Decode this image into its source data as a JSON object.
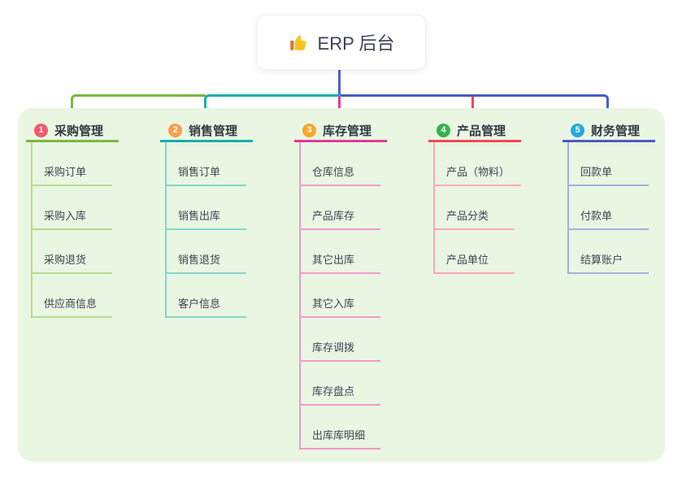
{
  "root": {
    "title": "ERP 后台",
    "icon": "thumbs-up-icon",
    "connector_color": "#5063c8"
  },
  "canvas": {
    "panel_bg": "#e9f6e2",
    "background": "#ffffff"
  },
  "branches": [
    {
      "num": "1",
      "label": "采购管理",
      "badge_color": "#f6566d",
      "line_color": "#7ab83e",
      "line_light_color": "#b8dc8e",
      "items": [
        "采购订单",
        "采购入库",
        "采购退货",
        "供应商信息"
      ]
    },
    {
      "num": "2",
      "label": "销售管理",
      "badge_color": "#fc9c4c",
      "line_color": "#10b0ac",
      "line_light_color": "#83d6cb",
      "items": [
        "销售订单",
        "销售出库",
        "销售退货",
        "客户信息"
      ]
    },
    {
      "num": "3",
      "label": "库存管理",
      "badge_color": "#f9a72b",
      "line_color": "#e23a9d",
      "line_light_color": "#f399cb",
      "items": [
        "仓库信息",
        "产品库存",
        "其它出库",
        "其它入库",
        "库存调拨",
        "库存盘点",
        "出库库明细"
      ]
    },
    {
      "num": "4",
      "label": "产品管理",
      "badge_color": "#35b34a",
      "line_color": "#f9474f",
      "line_light_color": "#fbaab1",
      "items": [
        "产品（物料）",
        "产品分类",
        "产品单位"
      ]
    },
    {
      "num": "5",
      "label": "财务管理",
      "badge_color": "#28a7e0",
      "line_color": "#4a5cc5",
      "line_light_color": "#a3b1e0",
      "items": [
        "回款单",
        "付款单",
        "结算账户"
      ]
    }
  ]
}
